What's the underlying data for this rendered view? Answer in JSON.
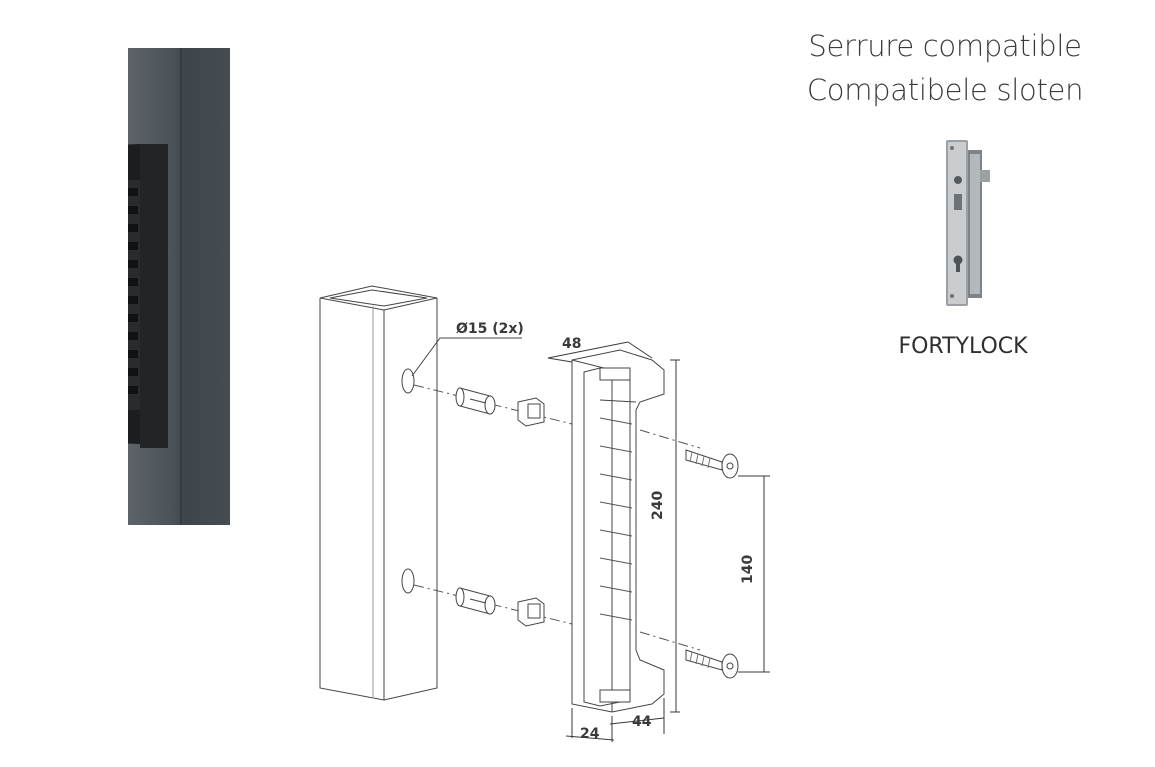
{
  "compatibility": {
    "line_fr": "Serrure compatible",
    "line_nl": "Compatibele sloten",
    "lock_name": "FORTYLOCK",
    "lock_icon": "mortise-lock-icon"
  },
  "drawing": {
    "hole_label": "Ø15 (2x)",
    "width_label": "48",
    "height_label": "240",
    "spacing_label": "140",
    "depth_label_a": "24",
    "depth_label_b": "44"
  },
  "colors": {
    "post_dark": "#4a5258",
    "handle_black": "#1c1d1e",
    "line": "#3a3a3a"
  }
}
